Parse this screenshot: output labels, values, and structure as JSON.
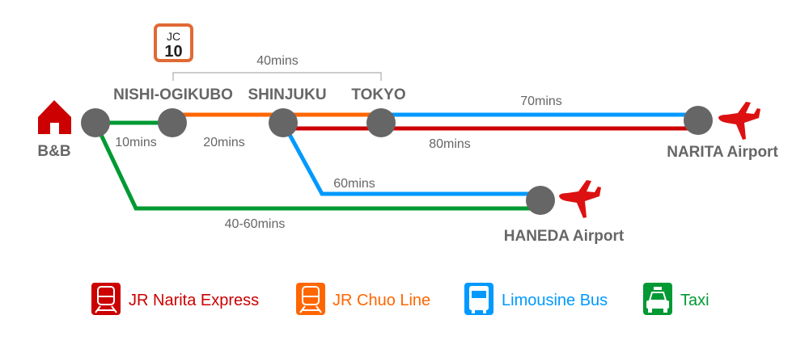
{
  "colors": {
    "narita_express": "#cc0000",
    "chuo": "#ff6600",
    "bus": "#0099ff",
    "taxi": "#009933",
    "node": "#666666",
    "plane": "#dd1111",
    "badge": "#e06a35"
  },
  "badge": {
    "line": "JC",
    "number": "10"
  },
  "stations": {
    "bnb": "B&B",
    "nishi": "NISHI-OGIKUBO",
    "shinjuku": "SHINJUKU",
    "tokyo": "TOKYO",
    "narita": "NARITA Airport",
    "haneda": "HANEDA Airport"
  },
  "times": {
    "nishi_tokyo": "40mins",
    "bnb_nishi": "10mins",
    "nishi_shinjuku": "20mins",
    "tokyo_narita_bus": "70mins",
    "tokyo_narita_nex": "80mins",
    "shinjuku_haneda": "60mins",
    "taxi_haneda": "40-60mins"
  },
  "legend": [
    {
      "label": "JR Narita Express",
      "icon": "train-icon"
    },
    {
      "label": "JR Chuo Line",
      "icon": "train-icon"
    },
    {
      "label": "Limousine Bus",
      "icon": "bus-icon"
    },
    {
      "label": "Taxi",
      "icon": "taxi-icon"
    }
  ]
}
